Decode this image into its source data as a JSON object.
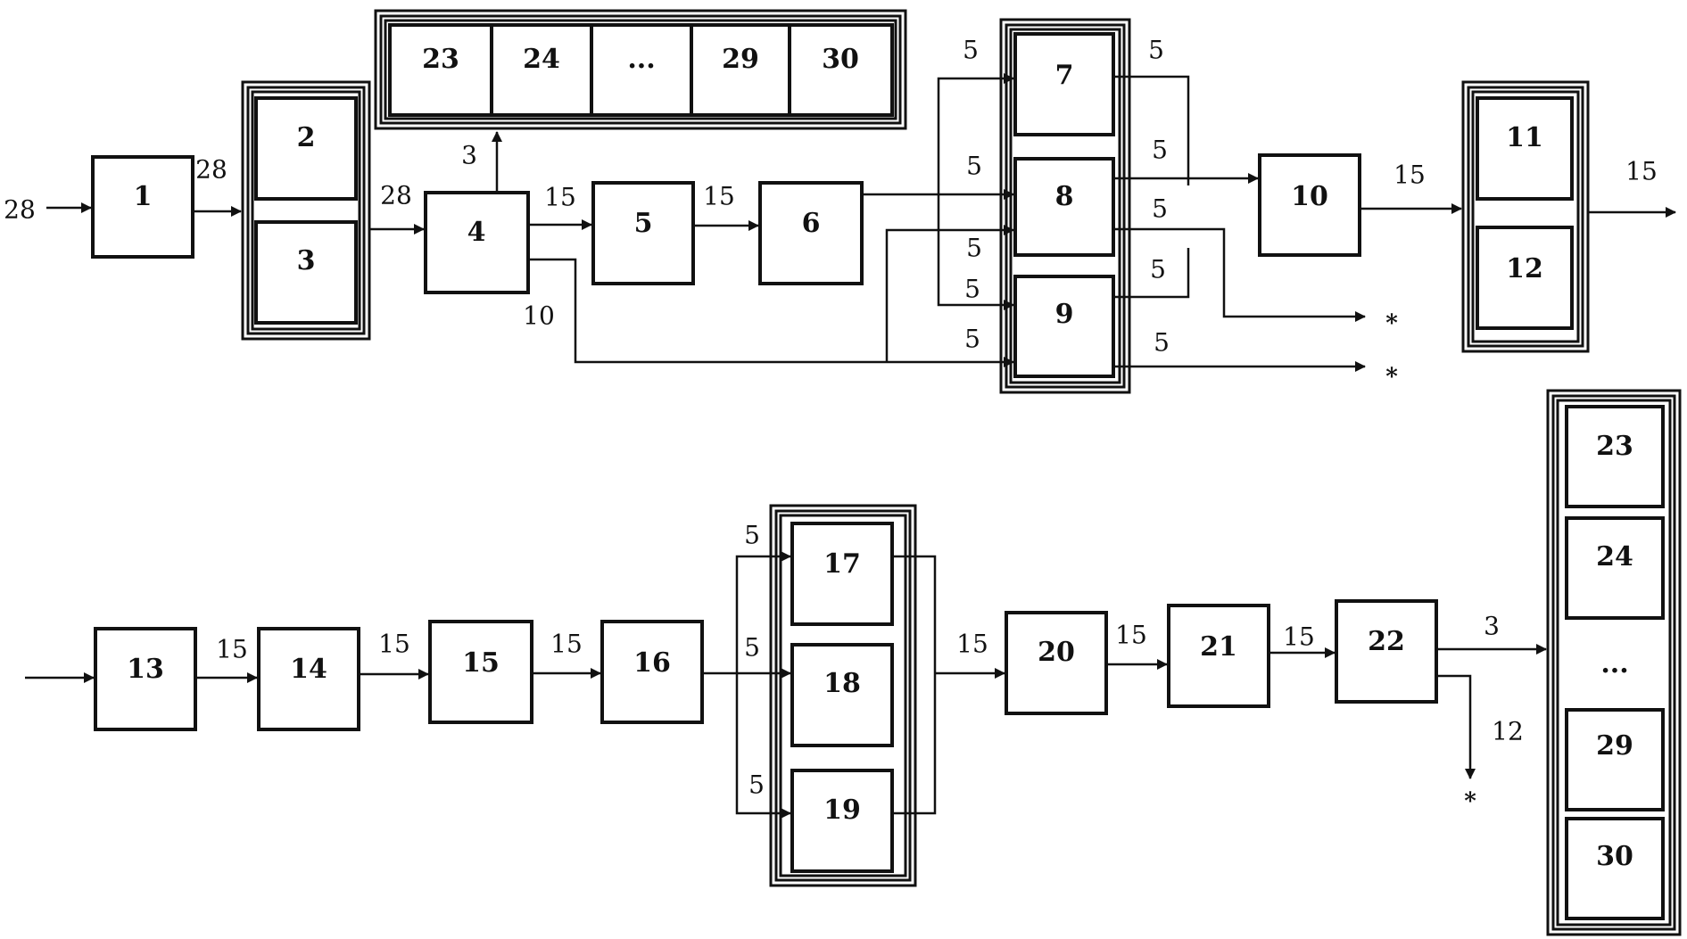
{
  "blocks": {
    "b1": "1",
    "b2": "2",
    "b3": "3",
    "b4": "4",
    "b5": "5",
    "b6": "6",
    "b7": "7",
    "b8": "8",
    "b9": "9",
    "b10": "10",
    "b11": "11",
    "b12": "12",
    "b13": "13",
    "b14": "14",
    "b15": "15",
    "b16": "16",
    "b17": "17",
    "b18": "18",
    "b19": "19",
    "b20": "20",
    "b21": "21",
    "b22": "22"
  },
  "top_store": {
    "s23": "23",
    "s24": "24",
    "sdots": "...",
    "s29": "29",
    "s30": "30"
  },
  "right_store": {
    "s23": "23",
    "s24": "24",
    "sdots": "...",
    "s29": "29",
    "s30": "30"
  },
  "edges": {
    "in_1": "28",
    "e1_2": "28",
    "e2_4": "28",
    "e4_store": "3",
    "e4_5": "15",
    "e5_6": "15",
    "e4_bus": "10",
    "in7a": "5",
    "in8a": "5",
    "in8b": "5",
    "in9a": "5",
    "in9b": "5",
    "out7": "5",
    "out8a": "5",
    "out8b": "5",
    "out9a": "5",
    "out9b": "5",
    "e10_11": "15",
    "out12": "15",
    "e13_14": "15",
    "e14_15": "15",
    "e15_16": "15",
    "in17": "5",
    "in18": "5",
    "in19": "5",
    "e19_20": "15",
    "e20_21": "15",
    "e21_22": "15",
    "e22_store": "3",
    "e22_down": "12"
  },
  "markers": {
    "star1": "*",
    "star2": "*",
    "star3": "*"
  }
}
